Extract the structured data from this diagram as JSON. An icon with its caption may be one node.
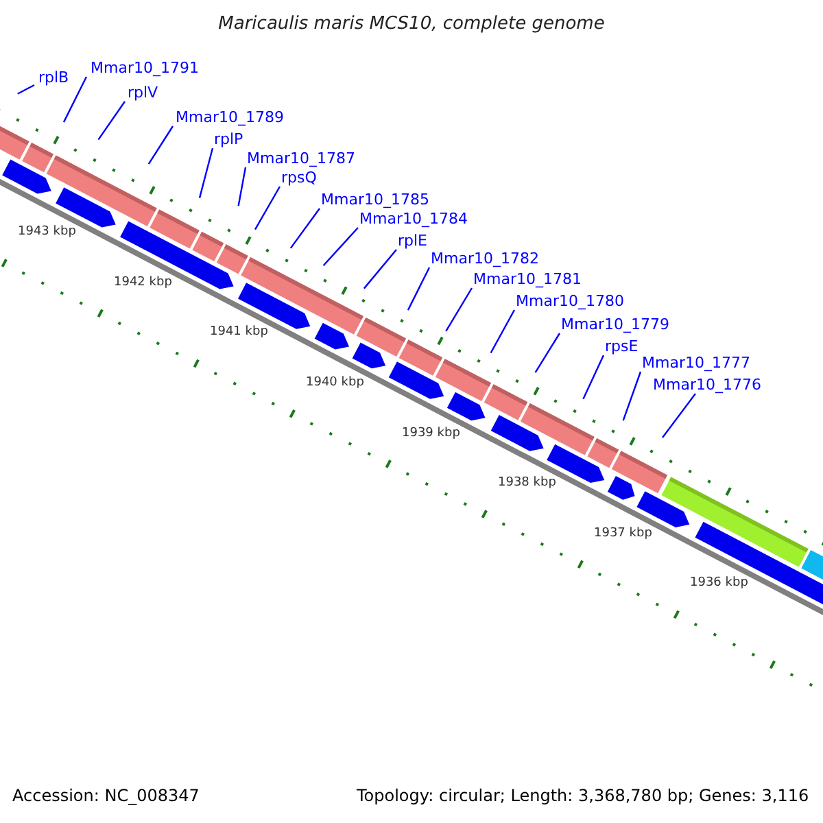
{
  "diagram": {
    "title": "Maricaulis maris MCS10, complete genome",
    "nodes": [
      {
        "text": [
          "rplB"
        ]
      },
      {
        "text": [
          "Mmar10_1791"
        ]
      },
      {
        "text": [
          "rplV"
        ]
      },
      {
        "text": [
          "Mmar10_1789"
        ]
      },
      {
        "text": [
          "rplP"
        ]
      },
      {
        "text": [
          "Mmar10_1787"
        ]
      },
      {
        "text": [
          "rpsQ"
        ]
      },
      {
        "text": [
          "Mmar10_1785"
        ]
      },
      {
        "text": [
          "Mmar10_1784"
        ]
      },
      {
        "text": [
          "rplE"
        ]
      },
      {
        "text": [
          "Mmar10_1782"
        ]
      },
      {
        "text": [
          "Mmar10_1781"
        ]
      },
      {
        "text": [
          "Mmar10_1780"
        ]
      },
      {
        "text": [
          "Mmar10_1779"
        ]
      },
      {
        "text": [
          "rpsE"
        ]
      },
      {
        "text": [
          "Mmar10_1777"
        ]
      },
      {
        "text": [
          "Mmar10_1776"
        ]
      }
    ],
    "edges": [
      {
        "from": 0,
        "to": null,
        "arrow": "none"
      },
      {
        "from": 1,
        "to": null,
        "arrow": "none"
      },
      {
        "from": 2,
        "to": null,
        "arrow": "none"
      },
      {
        "from": 3,
        "to": null,
        "arrow": "none"
      },
      {
        "from": 4,
        "to": null,
        "arrow": "none"
      },
      {
        "from": 5,
        "to": null,
        "arrow": "none"
      },
      {
        "from": 6,
        "to": null,
        "arrow": "none"
      },
      {
        "from": 7,
        "to": null,
        "arrow": "none"
      },
      {
        "from": 8,
        "to": null,
        "arrow": "none"
      },
      {
        "from": 9,
        "to": null,
        "arrow": "none"
      },
      {
        "from": 10,
        "to": null,
        "arrow": "none"
      },
      {
        "from": 11,
        "to": null,
        "arrow": "none"
      },
      {
        "from": 12,
        "to": null,
        "arrow": "none"
      },
      {
        "from": 13,
        "to": null,
        "arrow": "none"
      },
      {
        "from": 14,
        "to": null,
        "arrow": "none"
      },
      {
        "from": 15,
        "to": null,
        "arrow": "none"
      },
      {
        "from": 16,
        "to": null,
        "arrow": "none"
      }
    ],
    "labels": [
      "1943 kbp",
      "1942 kbp",
      "1941 kbp",
      "1940 kbp",
      "1939 kbp",
      "1938 kbp",
      "1937 kbp",
      "1936 kbp",
      "Accession: NC_008347",
      "Topology: circular; Length: 3,368,780 bp; Genes: 3,116"
    ]
  }
}
